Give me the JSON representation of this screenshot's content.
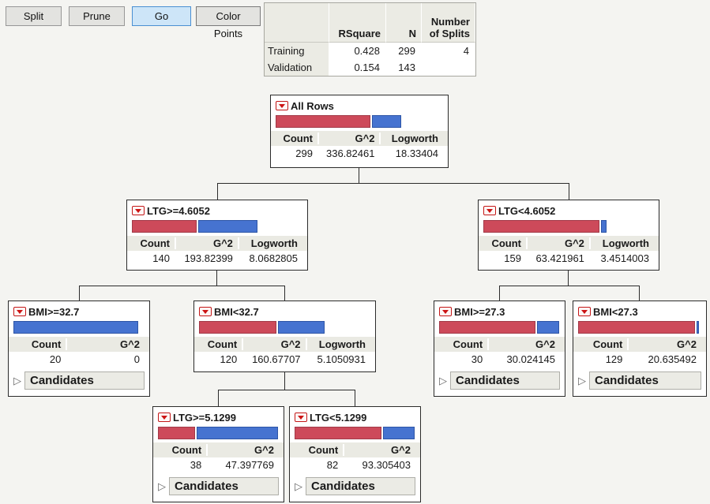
{
  "toolbar": {
    "split": "Split",
    "prune": "Prune",
    "go": "Go",
    "color_points": "Color Points"
  },
  "summary": {
    "col_headers": [
      "RSquare",
      "N",
      "Number of Splits"
    ],
    "rows": [
      {
        "label": "Training",
        "rsquare": "0.428",
        "n": "299",
        "splits": "4"
      },
      {
        "label": "Validation",
        "rsquare": "0.154",
        "n": "143",
        "splits": ""
      }
    ]
  },
  "colors": {
    "red_bar": "#cd4a5a",
    "blue_bar": "#4673d0",
    "go_button_bg": "#cde5f8"
  },
  "tree": {
    "nodes": [
      {
        "title": "All Rows",
        "red_pct": 75,
        "blue_pct": 23,
        "cols": [
          "Count",
          "G^2",
          "Logworth"
        ],
        "vals": [
          "299",
          "336.82461",
          "18.33404"
        ]
      },
      {
        "title": "LTG>=4.6052",
        "red_pct": 51,
        "blue_pct": 47,
        "cols": [
          "Count",
          "G^2",
          "Logworth"
        ],
        "vals": [
          "140",
          "193.82399",
          "8.0682805"
        ]
      },
      {
        "title": "LTG<4.6052",
        "red_pct": 92,
        "blue_pct": 4,
        "cols": [
          "Count",
          "G^2",
          "Logworth"
        ],
        "vals": [
          "159",
          "63.421961",
          "3.4514003"
        ]
      },
      {
        "title": "BMI>=32.7",
        "red_pct": 0,
        "blue_pct": 99,
        "cols": [
          "Count",
          "G^2"
        ],
        "vals": [
          "20",
          "0"
        ],
        "candidates": "Candidates"
      },
      {
        "title": "BMI<32.7",
        "red_pct": 61,
        "blue_pct": 37,
        "cols": [
          "Count",
          "G^2",
          "Logworth"
        ],
        "vals": [
          "120",
          "160.67707",
          "5.1050931"
        ]
      },
      {
        "title": "BMI>=27.3",
        "red_pct": 80,
        "blue_pct": 18,
        "cols": [
          "Count",
          "G^2"
        ],
        "vals": [
          "30",
          "30.024145"
        ],
        "candidates": "Candidates"
      },
      {
        "title": "BMI<27.3",
        "red_pct": 95,
        "blue_pct": 2,
        "cols": [
          "Count",
          "G^2"
        ],
        "vals": [
          "129",
          "20.635492"
        ],
        "candidates": "Candidates"
      },
      {
        "title": "LTG>=5.1299",
        "red_pct": 31,
        "blue_pct": 67,
        "cols": [
          "Count",
          "G^2"
        ],
        "vals": [
          "38",
          "47.397769"
        ],
        "candidates": "Candidates"
      },
      {
        "title": "LTG<5.1299",
        "red_pct": 72,
        "blue_pct": 26,
        "cols": [
          "Count",
          "G^2"
        ],
        "vals": [
          "82",
          "93.305403"
        ],
        "candidates": "Candidates"
      }
    ]
  }
}
